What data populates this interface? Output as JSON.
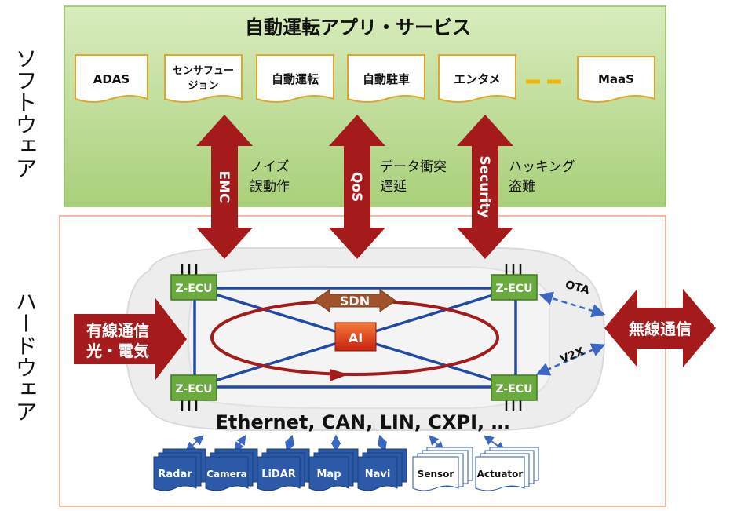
{
  "layers": {
    "software": "ソフトウェア",
    "hardware": "ハードウェア"
  },
  "software": {
    "title": "自動運転アプリ・サービス",
    "apps": [
      {
        "line1": "ADAS",
        "line2": ""
      },
      {
        "line1": "センサフュー",
        "line2": "ジョン"
      },
      {
        "line1": "自動運転",
        "line2": ""
      },
      {
        "line1": "自動駐車",
        "line2": ""
      },
      {
        "line1": "エンタメ",
        "line2": ""
      },
      {
        "line1": "MaaS",
        "line2": ""
      }
    ]
  },
  "arrows": [
    {
      "label": "EMC",
      "note1": "ノイズ",
      "note2": "誤動作"
    },
    {
      "label": "QoS",
      "note1": "データ衝突",
      "note2": "遅延"
    },
    {
      "label": "Security",
      "note1": "ハッキング",
      "note2": "盗難"
    }
  ],
  "hardware": {
    "ecu_label": "Z-ECU",
    "sdn_label": "SDN",
    "ai_label": "AI",
    "bus_label": "Ethernet, CAN, LIN, CXPI, …",
    "wired": {
      "line1": "有線通信",
      "line2": "光・電気"
    },
    "wireless": "無線通信",
    "ota": "OTA",
    "v2x": "V2X",
    "devices": [
      "Radar",
      "Camera",
      "LiDAR",
      "Map",
      "Navi",
      "Sensor",
      "Actuator"
    ]
  },
  "colors": {
    "software_fill": "#c9e3a6",
    "software_border": "#8fbf5f",
    "hardware_border": "#f2a07a",
    "arrow_red": "#a51b1b",
    "network_blue": "#1f4aa8",
    "ecu_green": "#6aab3e",
    "device_blue": "#2d5aa8",
    "ai_orange": "#e2401b",
    "dash_orange": "#f5b400"
  }
}
